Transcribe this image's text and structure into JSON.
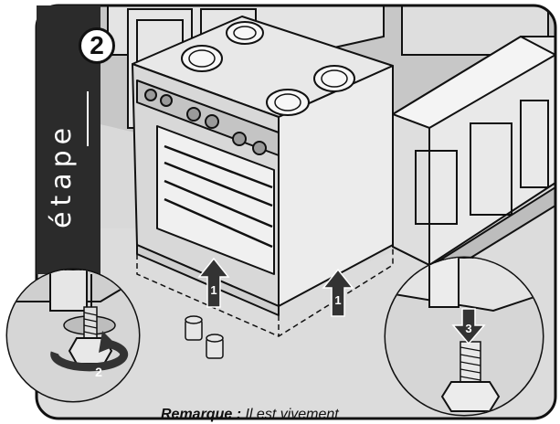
{
  "step": {
    "word": "étape",
    "number": "2"
  },
  "arrows": {
    "lift_left": "1",
    "lift_right": "1",
    "turn": "2",
    "press": "3"
  },
  "note": {
    "label": "Remarque :",
    "text": "Il est vivement"
  },
  "colors": {
    "band": "#2b2b2b",
    "floor": "#dcdcdc",
    "wall": "#bdbdbd",
    "line": "#111111",
    "arrow": "#333333"
  }
}
